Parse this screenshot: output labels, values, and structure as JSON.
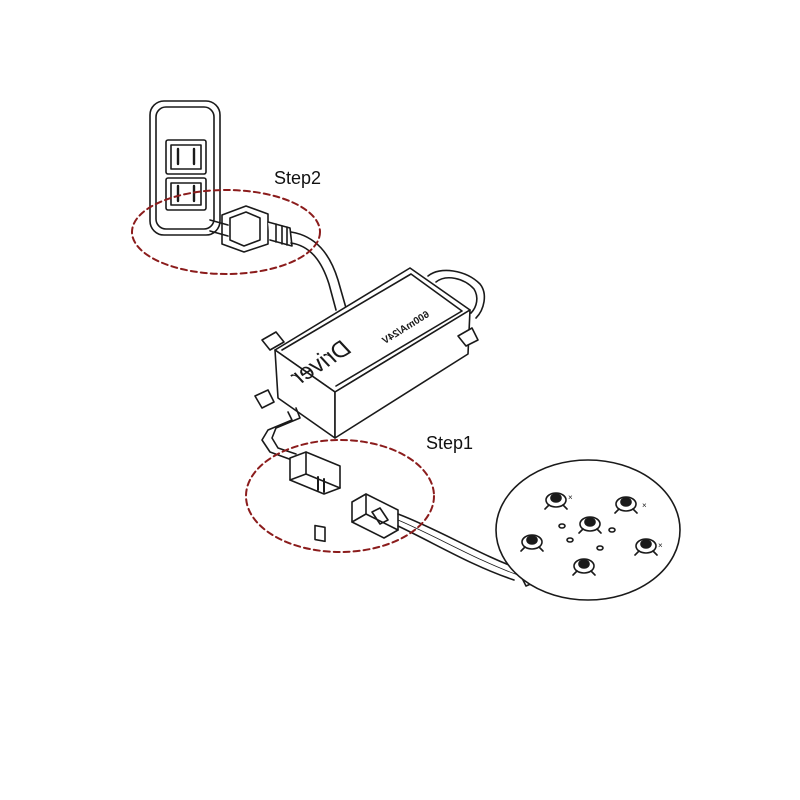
{
  "labels": {
    "step1": "Step1",
    "step2": "Step2"
  },
  "driver": {
    "brand": "Driver",
    "rating": "600mA/24V"
  },
  "colors": {
    "line": "#1a1a1a",
    "highlight_dash": "#8b1c1c",
    "background": "#ffffff"
  },
  "parts": {
    "outlet": "wall-outlet",
    "plug": "power-plug",
    "driver": "led-driver-box",
    "connector_female": "female-connector",
    "connector_male": "male-connector",
    "led_board": "led-round-board",
    "led_count": 6
  }
}
